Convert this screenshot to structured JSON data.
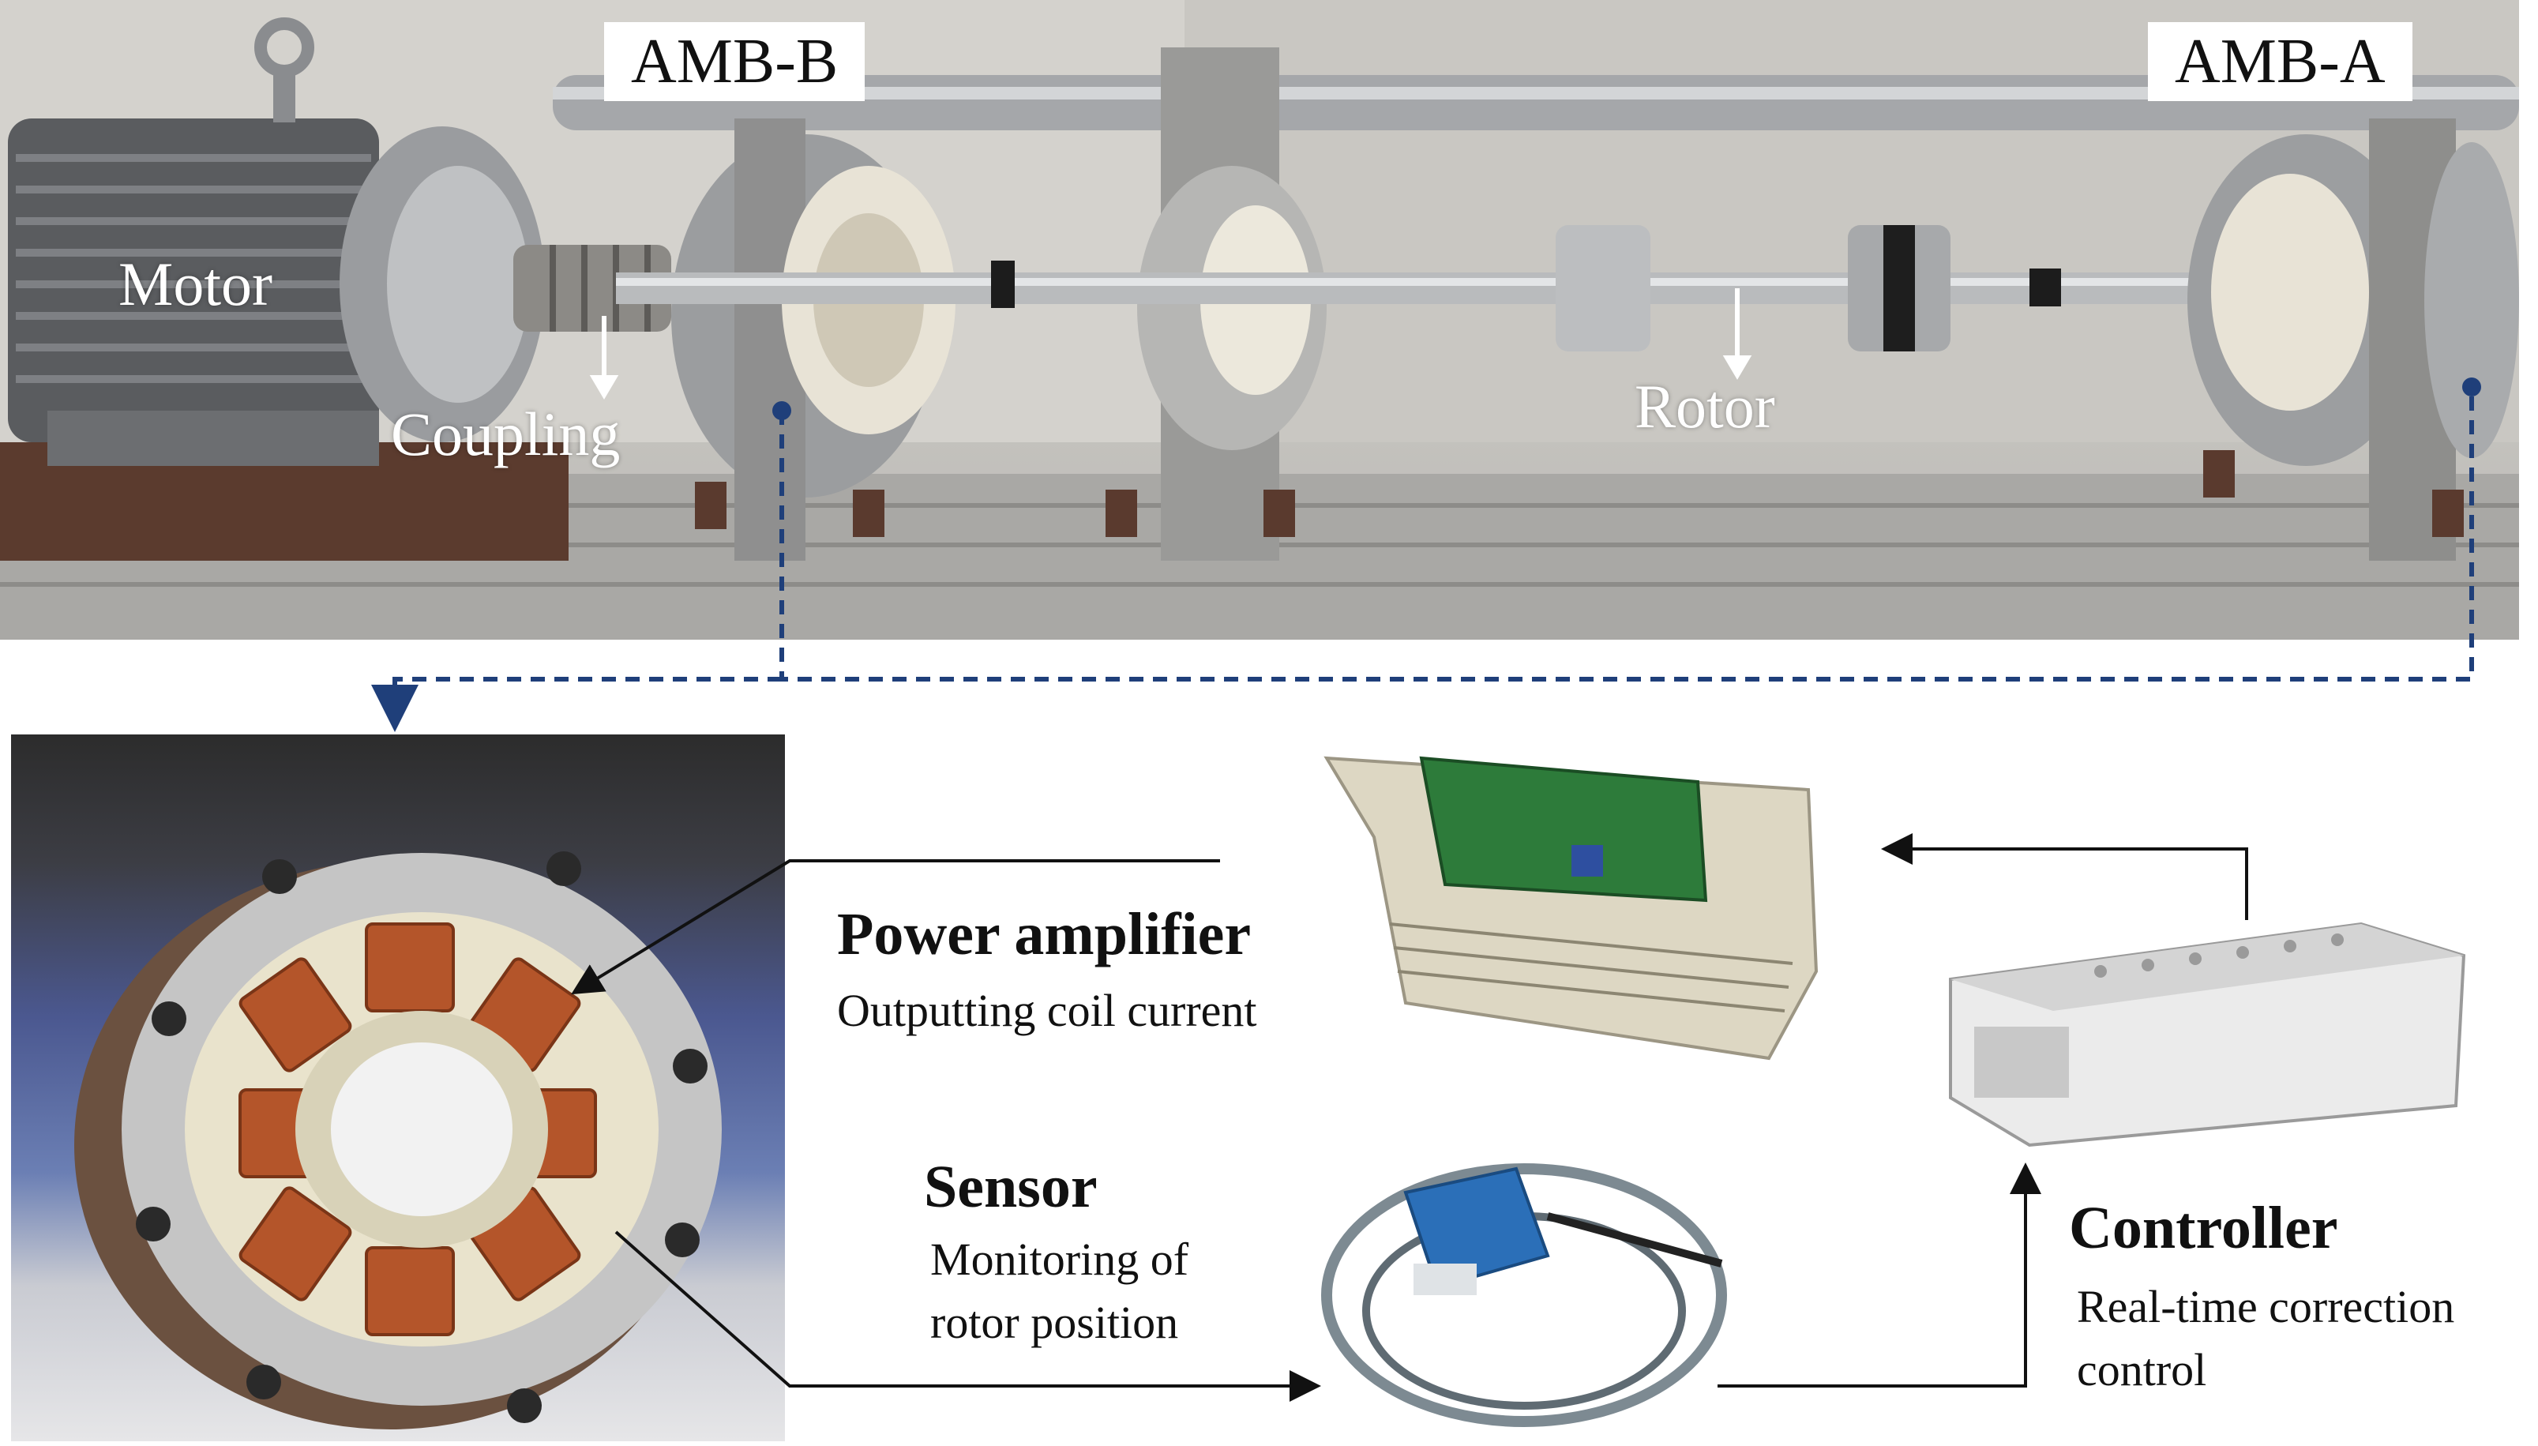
{
  "labels": {
    "amb_b": "AMB-B",
    "amb_a": "AMB-A",
    "motor": "Motor",
    "coupling": "Coupling",
    "rotor": "Rotor"
  },
  "components": {
    "power_amplifier": {
      "title": "Power amplifier",
      "desc": "Outputting coil current"
    },
    "sensor": {
      "title": "Sensor",
      "desc_lines": [
        "Monitoring  of",
        "rotor position"
      ]
    },
    "controller": {
      "title": "Controller",
      "desc_lines": [
        "Real-time  correction",
        "control"
      ]
    }
  },
  "colors": {
    "dashed_link": "#1f3f7a",
    "arrow": "#111111",
    "copper": "#b4552a",
    "aluminum": "#c9c9c9"
  }
}
